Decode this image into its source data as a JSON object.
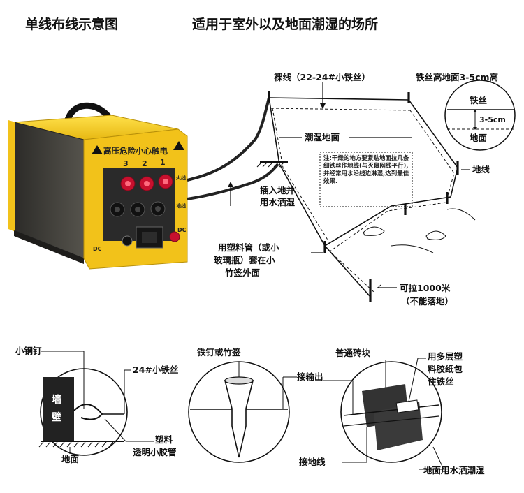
{
  "header": {
    "left": "单线布线示意图",
    "right": "适用于室外以及地面潮湿的场所"
  },
  "top_labels": {
    "bare_wire": "裸线（22-24#小铁丝）",
    "height_note": "铁丝高地面3-5cm高",
    "inset_wire": "铁丝",
    "inset_dim": "3-5cm",
    "inset_ground": "地面",
    "wet_ground": "潮湿地面",
    "dry_note": "注:干燥的地方要紧贴地面拉几条细铁丝作地线(与灭鼠网线平行),并经常用水沿线边淋湿,达到最佳效果.",
    "ground_wire": "地线",
    "insert_line1": "插入地并",
    "insert_line2": "用水洒湿",
    "plastic_line1": "用塑料管（或小",
    "plastic_line2": "玻璃瓶）套在小",
    "plastic_line3": "竹签外面",
    "distance_line1": "可拉1000米",
    "distance_line2": "（不能落地）"
  },
  "device": {
    "warning": "高压危险小心触电",
    "terminal_numbers": [
      "3",
      "2",
      "1"
    ],
    "side_label_top": "火线",
    "side_label_bottom": "地线",
    "dc_left": "DC",
    "dc_right": "DC"
  },
  "bottom_labels": {
    "small_nail": "小钢钉",
    "wall_1": "墙",
    "wall_2": "壁",
    "small_wire": "24#小铁丝",
    "ground": "地面",
    "plastic": "塑料",
    "transparent_tube": "透明小胶管",
    "nail_or_stick": "铁钉或竹签",
    "brick": "普通砖块",
    "output": "接输出",
    "tape_line1": "用多层塑",
    "tape_line2": "料胶纸包",
    "tape_line3": "住铁丝",
    "ground_connect": "接地线",
    "wet_ground_water": "地面用水洒潮湿"
  },
  "colors": {
    "device_yellow": "#f2c21a",
    "device_dark": "#3b3a36",
    "terminal_red": "#c8102e",
    "terminal_black": "#1a1a1a"
  }
}
